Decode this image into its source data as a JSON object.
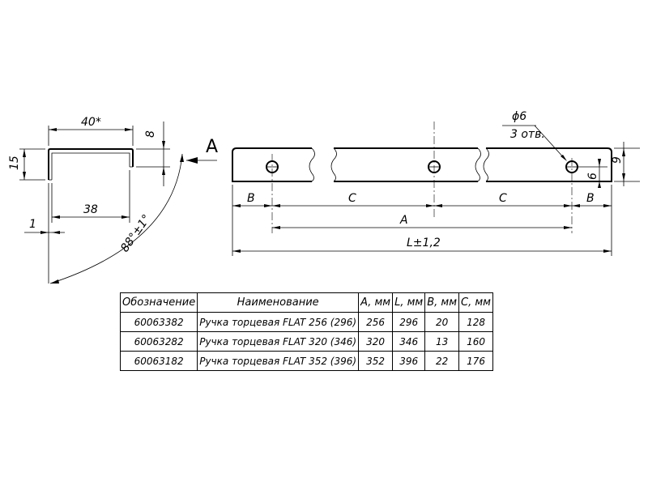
{
  "view_label": "A",
  "profile": {
    "width_dim": "40*",
    "inner_dim": "38",
    "height_dim": "15",
    "flange_dim": "8",
    "thickness_dim": "1",
    "angle_dim": "88°±1°"
  },
  "bar": {
    "hole_dim": "ϕ6",
    "hole_count": "3 отв.",
    "height_dim": "9",
    "hole_offset_dim": "6",
    "dim_B": "B",
    "dim_C": "C",
    "dim_A": "A",
    "dim_L": "L±1,2"
  },
  "table": {
    "headers": [
      "Обозначение",
      "Наименование",
      "A, мм",
      "L, мм",
      "B, мм",
      "C, мм"
    ],
    "rows": [
      [
        "60063382",
        "Ручка торцевая FLAT 256 (296)",
        "256",
        "296",
        "20",
        "128"
      ],
      [
        "60063282",
        "Ручка торцевая FLAT 320 (346)",
        "320",
        "346",
        "13",
        "160"
      ],
      [
        "60063182",
        "Ручка торцевая FLAT 352 (396)",
        "352",
        "396",
        "22",
        "176"
      ]
    ]
  }
}
